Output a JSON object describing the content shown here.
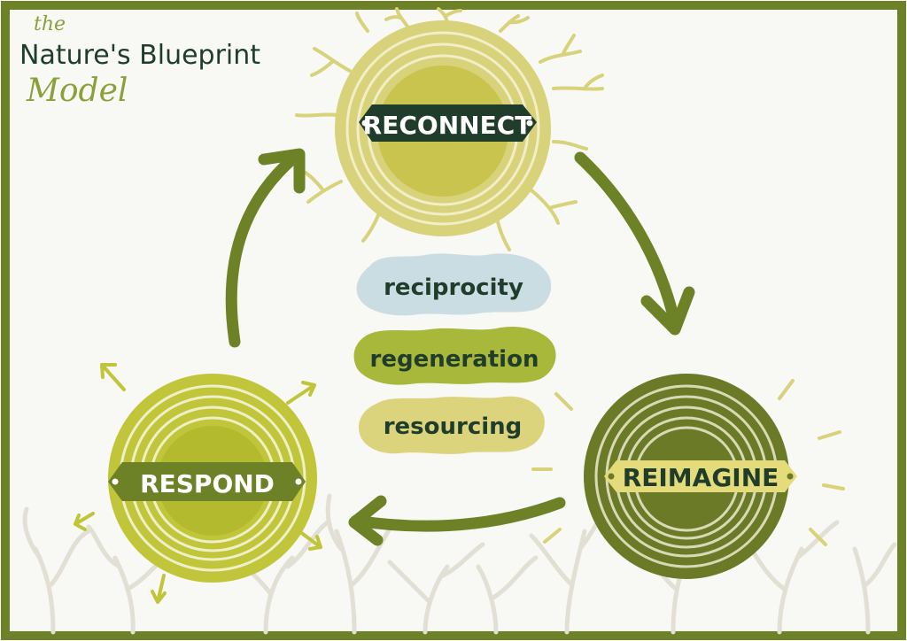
{
  "title": {
    "line1": "the",
    "line2": "Nature's Blueprint",
    "line3": "Model"
  },
  "stages": {
    "reconnect": {
      "label": "RECONNECT"
    },
    "reimagine": {
      "label": "REIMAGINE"
    },
    "respond": {
      "label": "RESPOND"
    }
  },
  "principles": [
    {
      "label": "reciprocity",
      "color": "#c9dde3"
    },
    {
      "label": "regeneration",
      "color": "#a7b83a"
    },
    {
      "label": "resourcing",
      "color": "#dcd47c"
    }
  ],
  "colors": {
    "frame": "#6d8127",
    "dark_green": "#1f3d2a",
    "olive": "#6d8127",
    "reconnect_fill": "#d8d27a",
    "reimagine_fill": "#6b7a26",
    "respond_fill": "#c1c53a",
    "branches": "#e4e2d8"
  },
  "flow": [
    "reconnect",
    "reimagine",
    "respond",
    "reconnect"
  ]
}
